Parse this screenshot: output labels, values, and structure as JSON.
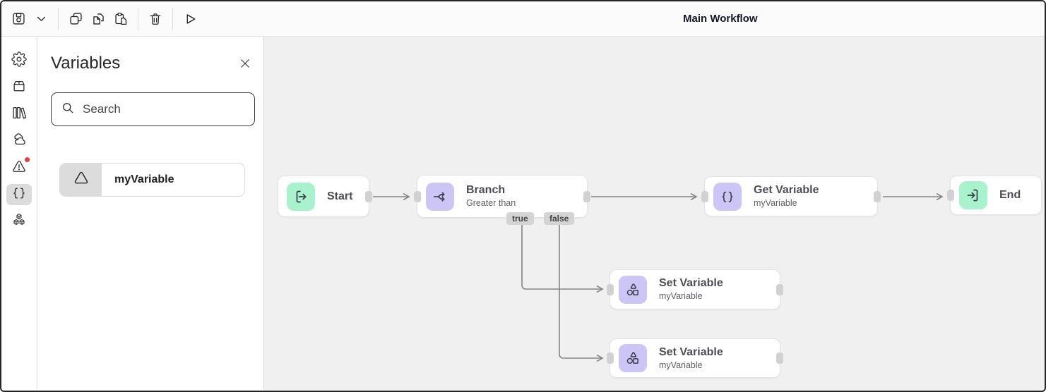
{
  "header": {
    "title": "Main Workflow",
    "toolbar_icons": [
      "save",
      "save-options-chevron",
      "copy",
      "duplicate",
      "paste",
      "delete",
      "run"
    ]
  },
  "sidebar": {
    "items": [
      {
        "icon": "settings-gear",
        "selected": false,
        "badge": false
      },
      {
        "icon": "package-box",
        "selected": false,
        "badge": false
      },
      {
        "icon": "library-books",
        "selected": false,
        "badge": false
      },
      {
        "icon": "clouds",
        "selected": false,
        "badge": false
      },
      {
        "icon": "alerts-warning",
        "selected": false,
        "badge": true
      },
      {
        "icon": "variables-braces",
        "selected": true,
        "badge": false
      },
      {
        "icon": "modules-blocks",
        "selected": false,
        "badge": false
      }
    ]
  },
  "panel": {
    "title": "Variables",
    "search": {
      "placeholder": "Search"
    },
    "variables": [
      {
        "name": "myVariable",
        "icon": "triangle"
      }
    ]
  },
  "canvas": {
    "nodes": [
      {
        "title": "Start",
        "icon": "start-exit-arrow",
        "color": "green"
      },
      {
        "title": "Branch",
        "subtitle": "Greater than",
        "icon": "branch-split",
        "color": "purple"
      },
      {
        "title": "Get Variable",
        "subtitle": "myVariable",
        "icon": "curly-braces",
        "color": "purple"
      },
      {
        "title": "End",
        "icon": "end-enter-arrow",
        "color": "green"
      },
      {
        "title": "Set Variable",
        "subtitle": "myVariable",
        "icon": "shapes",
        "color": "purple"
      },
      {
        "title": "Set Variable",
        "subtitle": "myVariable",
        "icon": "shapes",
        "color": "purple"
      }
    ],
    "edge_labels": {
      "true": "true",
      "false": "false"
    }
  },
  "colors": {
    "node_icon_green": "#a8f2ce",
    "node_icon_purple": "#cbc6f6",
    "canvas_background": "#f0f0f0",
    "port_gray": "#d1d1d1",
    "edge_gray": "#85858a",
    "alert_badge_red": "#e23c3c"
  }
}
